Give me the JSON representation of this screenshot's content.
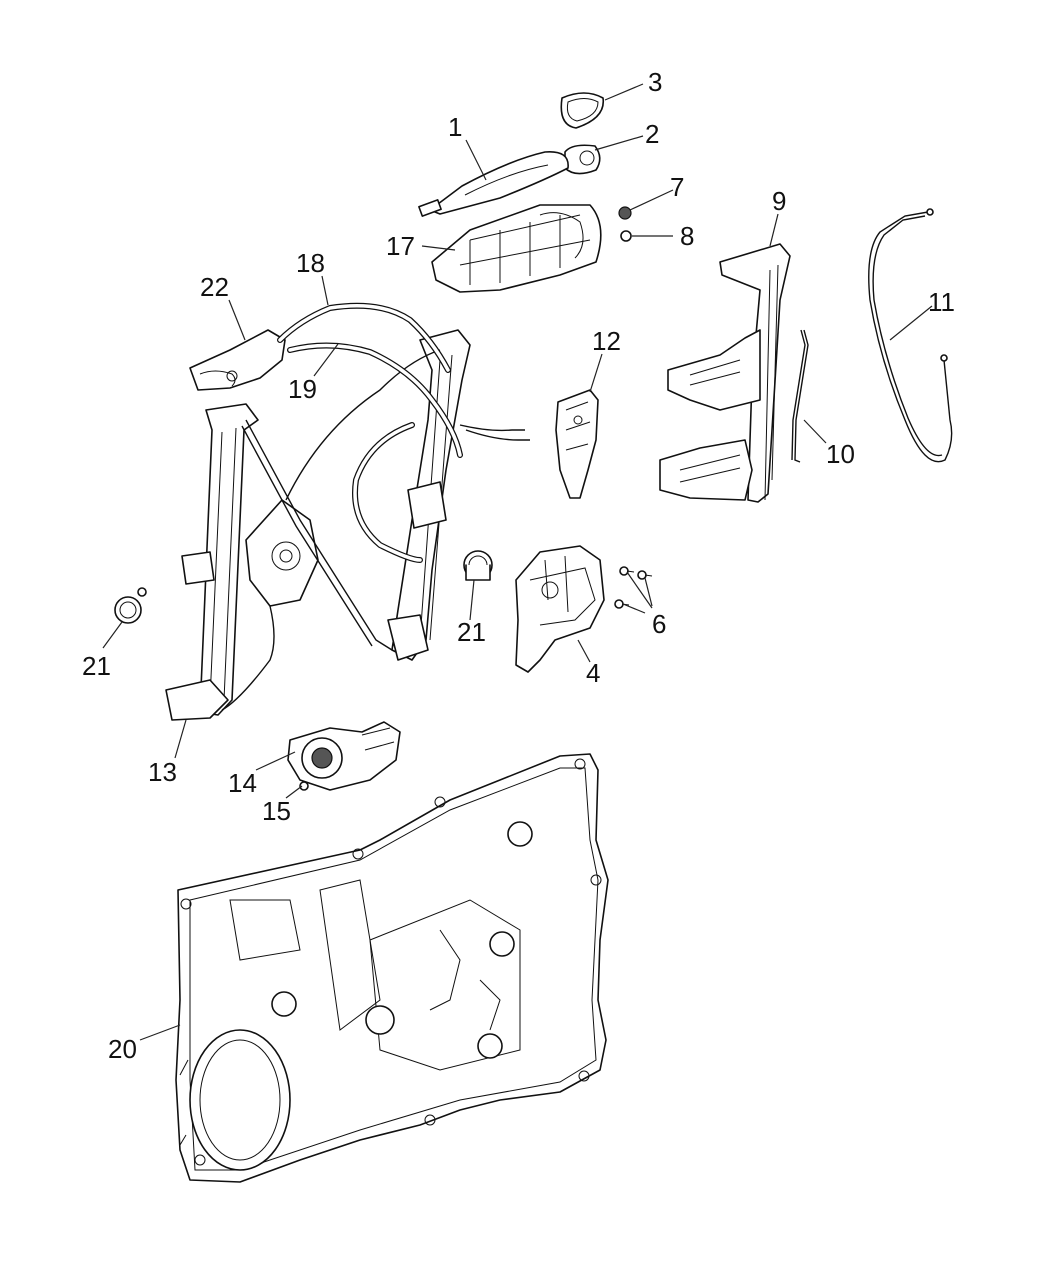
{
  "callouts": {
    "c1": "1",
    "c2": "2",
    "c3": "3",
    "c4": "4",
    "c6": "6",
    "c7": "7",
    "c8": "8",
    "c9": "9",
    "c10": "10",
    "c11": "11",
    "c12": "12",
    "c13": "13",
    "c14": "14",
    "c15": "15",
    "c17": "17",
    "c18": "18",
    "c19": "19",
    "c20": "20",
    "c21a": "21",
    "c21b": "21",
    "c22": "22"
  },
  "colors": {
    "line": "#111111",
    "background": "#ffffff",
    "shade": "#555555"
  }
}
